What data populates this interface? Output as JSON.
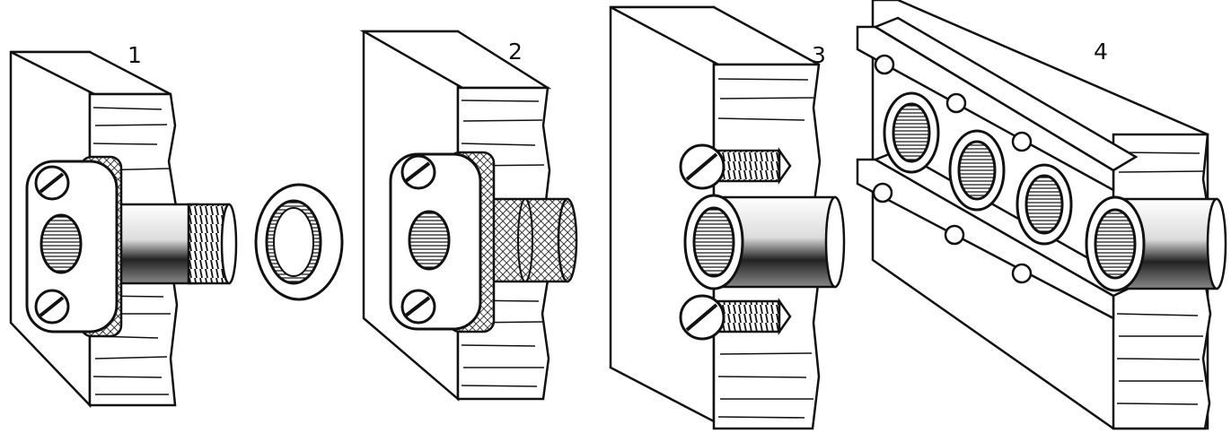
{
  "figures": [
    {
      "id": "1",
      "label": "1",
      "part": "flanged-bushing-with-nut"
    },
    {
      "id": "2",
      "label": "2",
      "part": "flanged-bushing-knurled"
    },
    {
      "id": "3",
      "label": "3",
      "part": "press-fit-bushing-with-screws"
    },
    {
      "id": "4",
      "label": "4",
      "part": "bushing-plate-rail"
    }
  ],
  "colors": {
    "ink": "#111111",
    "paper": "#ffffff",
    "shade": "#9a9a9a"
  }
}
